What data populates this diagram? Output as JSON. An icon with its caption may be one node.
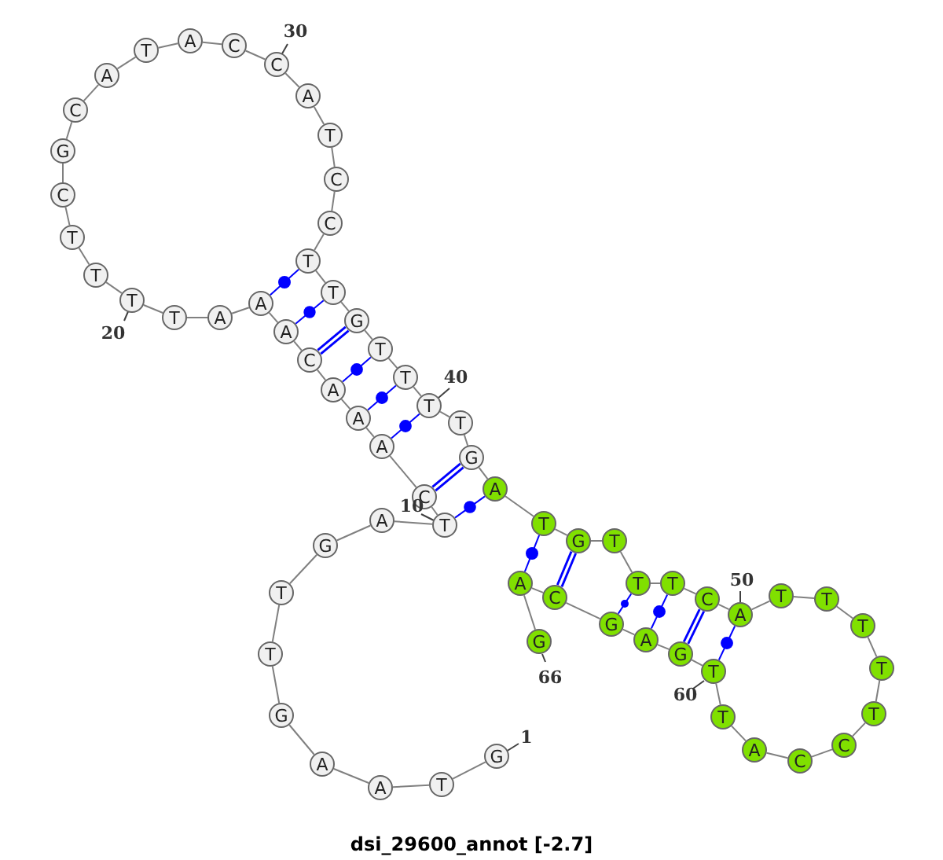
{
  "diagram": {
    "caption": "dsi_29600_annot [-2.7]",
    "nodes": [
      {
        "text": [
          "G"
        ]
      },
      {
        "text": [
          "T"
        ]
      },
      {
        "text": [
          "A"
        ]
      },
      {
        "text": [
          "A"
        ]
      },
      {
        "text": [
          "G"
        ]
      },
      {
        "text": [
          "T"
        ]
      },
      {
        "text": [
          "T"
        ]
      },
      {
        "text": [
          "G"
        ]
      },
      {
        "text": [
          "A"
        ]
      },
      {
        "text": [
          "T"
        ]
      },
      {
        "text": [
          "C"
        ]
      },
      {
        "text": [
          "A"
        ]
      },
      {
        "text": [
          "A"
        ]
      },
      {
        "text": [
          "A"
        ]
      },
      {
        "text": [
          "C"
        ]
      },
      {
        "text": [
          "A"
        ]
      },
      {
        "text": [
          "A"
        ]
      },
      {
        "text": [
          "A"
        ]
      },
      {
        "text": [
          "T"
        ]
      },
      {
        "text": [
          "T"
        ]
      },
      {
        "text": [
          "T"
        ]
      },
      {
        "text": [
          "T"
        ]
      },
      {
        "text": [
          "C"
        ]
      },
      {
        "text": [
          "G"
        ]
      },
      {
        "text": [
          "C"
        ]
      },
      {
        "text": [
          "A"
        ]
      },
      {
        "text": [
          "T"
        ]
      },
      {
        "text": [
          "A"
        ]
      },
      {
        "text": [
          "C"
        ]
      },
      {
        "text": [
          "C"
        ]
      },
      {
        "text": [
          "A"
        ]
      },
      {
        "text": [
          "T"
        ]
      },
      {
        "text": [
          "C"
        ]
      },
      {
        "text": [
          "C"
        ]
      },
      {
        "text": [
          "T"
        ]
      },
      {
        "text": [
          "T"
        ]
      },
      {
        "text": [
          "G"
        ]
      },
      {
        "text": [
          "T"
        ]
      },
      {
        "text": [
          "T"
        ]
      },
      {
        "text": [
          "T"
        ]
      },
      {
        "text": [
          "T"
        ]
      },
      {
        "text": [
          "G"
        ]
      },
      {
        "text": [
          "A"
        ]
      },
      {
        "text": [
          "T"
        ]
      },
      {
        "text": [
          "G"
        ]
      },
      {
        "text": [
          "T"
        ]
      },
      {
        "text": [
          "T"
        ]
      },
      {
        "text": [
          "T"
        ]
      },
      {
        "text": [
          "C"
        ]
      },
      {
        "text": [
          "A"
        ]
      },
      {
        "text": [
          "T"
        ]
      },
      {
        "text": [
          "T"
        ]
      },
      {
        "text": [
          "T"
        ]
      },
      {
        "text": [
          "T"
        ]
      },
      {
        "text": [
          "T"
        ]
      },
      {
        "text": [
          "C"
        ]
      },
      {
        "text": [
          "C"
        ]
      },
      {
        "text": [
          "A"
        ]
      },
      {
        "text": [
          "T"
        ]
      },
      {
        "text": [
          "T"
        ]
      },
      {
        "text": [
          "G"
        ]
      },
      {
        "text": [
          "A"
        ]
      },
      {
        "text": [
          "G"
        ]
      },
      {
        "text": [
          "C"
        ]
      },
      {
        "text": [
          "A"
        ]
      },
      {
        "text": [
          "G"
        ]
      }
    ],
    "edges": [
      {
        "from": 0,
        "to": 1,
        "arrow": "none"
      },
      {
        "from": 1,
        "to": 2,
        "arrow": "none"
      },
      {
        "from": 2,
        "to": 3,
        "arrow": "none"
      },
      {
        "from": 3,
        "to": 4,
        "arrow": "none"
      },
      {
        "from": 4,
        "to": 5,
        "arrow": "none"
      },
      {
        "from": 5,
        "to": 6,
        "arrow": "none"
      },
      {
        "from": 6,
        "to": 7,
        "arrow": "none"
      },
      {
        "from": 7,
        "to": 8,
        "arrow": "none"
      },
      {
        "from": 8,
        "to": 9,
        "arrow": "none"
      },
      {
        "from": 9,
        "to": 10,
        "arrow": "none"
      },
      {
        "from": 10,
        "to": 11,
        "arrow": "none"
      },
      {
        "from": 11,
        "to": 12,
        "arrow": "none"
      },
      {
        "from": 12,
        "to": 13,
        "arrow": "none"
      },
      {
        "from": 13,
        "to": 14,
        "arrow": "none"
      },
      {
        "from": 14,
        "to": 15,
        "arrow": "none"
      },
      {
        "from": 15,
        "to": 16,
        "arrow": "none"
      },
      {
        "from": 16,
        "to": 17,
        "arrow": "none"
      },
      {
        "from": 17,
        "to": 18,
        "arrow": "none"
      },
      {
        "from": 18,
        "to": 19,
        "arrow": "none"
      },
      {
        "from": 19,
        "to": 20,
        "arrow": "none"
      },
      {
        "from": 20,
        "to": 21,
        "arrow": "none"
      },
      {
        "from": 21,
        "to": 22,
        "arrow": "none"
      },
      {
        "from": 22,
        "to": 23,
        "arrow": "none"
      },
      {
        "from": 23,
        "to": 24,
        "arrow": "none"
      },
      {
        "from": 24,
        "to": 25,
        "arrow": "none"
      },
      {
        "from": 25,
        "to": 26,
        "arrow": "none"
      },
      {
        "from": 26,
        "to": 27,
        "arrow": "none"
      },
      {
        "from": 27,
        "to": 28,
        "arrow": "none"
      },
      {
        "from": 28,
        "to": 29,
        "arrow": "none"
      },
      {
        "from": 29,
        "to": 30,
        "arrow": "none"
      },
      {
        "from": 30,
        "to": 31,
        "arrow": "none"
      },
      {
        "from": 31,
        "to": 32,
        "arrow": "none"
      },
      {
        "from": 32,
        "to": 33,
        "arrow": "none"
      },
      {
        "from": 33,
        "to": 34,
        "arrow": "none"
      },
      {
        "from": 34,
        "to": 35,
        "arrow": "none"
      },
      {
        "from": 35,
        "to": 36,
        "arrow": "none"
      },
      {
        "from": 36,
        "to": 37,
        "arrow": "none"
      },
      {
        "from": 37,
        "to": 38,
        "arrow": "none"
      },
      {
        "from": 38,
        "to": 39,
        "arrow": "none"
      },
      {
        "from": 39,
        "to": 40,
        "arrow": "none"
      },
      {
        "from": 40,
        "to": 41,
        "arrow": "none"
      },
      {
        "from": 41,
        "to": 42,
        "arrow": "none"
      },
      {
        "from": 42,
        "to": 43,
        "arrow": "none"
      },
      {
        "from": 43,
        "to": 44,
        "arrow": "none"
      },
      {
        "from": 44,
        "to": 45,
        "arrow": "none"
      },
      {
        "from": 45,
        "to": 46,
        "arrow": "none"
      },
      {
        "from": 46,
        "to": 47,
        "arrow": "none"
      },
      {
        "from": 47,
        "to": 48,
        "arrow": "none"
      },
      {
        "from": 48,
        "to": 49,
        "arrow": "none"
      },
      {
        "from": 49,
        "to": 50,
        "arrow": "none"
      },
      {
        "from": 50,
        "to": 51,
        "arrow": "none"
      },
      {
        "from": 51,
        "to": 52,
        "arrow": "none"
      },
      {
        "from": 52,
        "to": 53,
        "arrow": "none"
      },
      {
        "from": 53,
        "to": 54,
        "arrow": "none"
      },
      {
        "from": 54,
        "to": 55,
        "arrow": "none"
      },
      {
        "from": 55,
        "to": 56,
        "arrow": "none"
      },
      {
        "from": 56,
        "to": 57,
        "arrow": "none"
      },
      {
        "from": 57,
        "to": 58,
        "arrow": "none"
      },
      {
        "from": 58,
        "to": 59,
        "arrow": "none"
      },
      {
        "from": 59,
        "to": 60,
        "arrow": "none"
      },
      {
        "from": 60,
        "to": 61,
        "arrow": "none"
      },
      {
        "from": 61,
        "to": 62,
        "arrow": "none"
      },
      {
        "from": 62,
        "to": 63,
        "arrow": "none"
      },
      {
        "from": 63,
        "to": 64,
        "arrow": "none"
      },
      {
        "from": 64,
        "to": 65,
        "arrow": "none"
      },
      {
        "from": 9,
        "to": 42,
        "arrow": "none",
        "color": "#0000ff"
      },
      {
        "from": 10,
        "to": 41,
        "arrow": "none",
        "color": "#0000ff",
        "style": "thick"
      },
      {
        "from": 11,
        "to": 39,
        "arrow": "none",
        "color": "#0000ff"
      },
      {
        "from": 12,
        "to": 38,
        "arrow": "none",
        "color": "#0000ff"
      },
      {
        "from": 13,
        "to": 37,
        "arrow": "none",
        "color": "#0000ff"
      },
      {
        "from": 14,
        "to": 36,
        "arrow": "none",
        "color": "#0000ff",
        "style": "thick"
      },
      {
        "from": 15,
        "to": 35,
        "arrow": "none",
        "color": "#0000ff"
      },
      {
        "from": 16,
        "to": 34,
        "arrow": "none",
        "color": "#0000ff"
      },
      {
        "from": 43,
        "to": 64,
        "arrow": "none",
        "color": "#0000ff"
      },
      {
        "from": 44,
        "to": 63,
        "arrow": "none",
        "color": "#0000ff",
        "style": "thick"
      },
      {
        "from": 46,
        "to": 62,
        "arrow": "none",
        "color": "#0000ff"
      },
      {
        "from": 47,
        "to": 61,
        "arrow": "none",
        "color": "#0000ff"
      },
      {
        "from": 48,
        "to": 60,
        "arrow": "none",
        "color": "#0000ff",
        "style": "thick"
      },
      {
        "from": 49,
        "to": 59,
        "arrow": "none",
        "color": "#0000ff"
      }
    ],
    "labels": [
      "1",
      "10",
      "20",
      "30",
      "40",
      "50",
      "60",
      "66"
    ]
  }
}
